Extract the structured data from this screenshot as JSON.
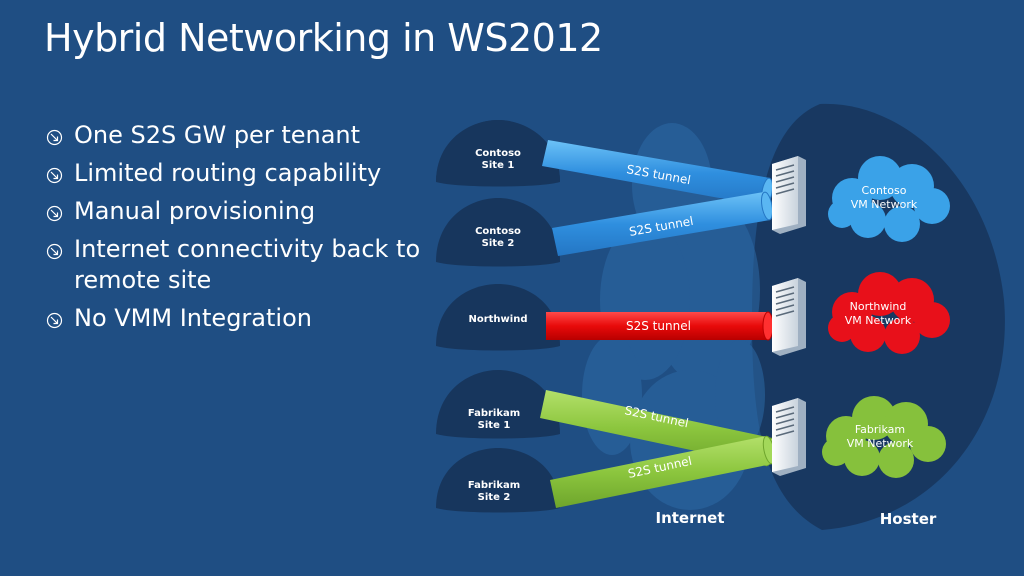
{
  "title": "Hybrid Networking in WS2012",
  "bullets": [
    "One S2S GW per tenant",
    "Limited routing capability",
    "Manual provisioning",
    "Internet connectivity back to remote site",
    "No VMM Integration"
  ],
  "bullet_icon": "arrow-circle-icon",
  "sites": [
    {
      "line1": "Contoso",
      "line2": "Site 1"
    },
    {
      "line1": "Contoso",
      "line2": "Site 2"
    },
    {
      "line1": "Northwind",
      "line2": ""
    },
    {
      "line1": "Fabrikam",
      "line2": "Site 1"
    },
    {
      "line1": "Fabrikam",
      "line2": "Site 2"
    }
  ],
  "tunnel_label": "S2S tunnel",
  "networks": [
    {
      "line1": "Contoso",
      "line2": "VM Network",
      "color": "#3aa2e8"
    },
    {
      "line1": "Northwind",
      "line2": "VM Network",
      "color": "#e8101a"
    },
    {
      "line1": "Fabrikam",
      "line2": "VM Network",
      "color": "#86c13c"
    }
  ],
  "tunnel_colors": {
    "contoso": "#3a9fe6",
    "northwind": "#e00c10",
    "fabrikam": "#8cc63e"
  },
  "region_labels": {
    "internet": "Internet",
    "hoster": "Hoster"
  }
}
